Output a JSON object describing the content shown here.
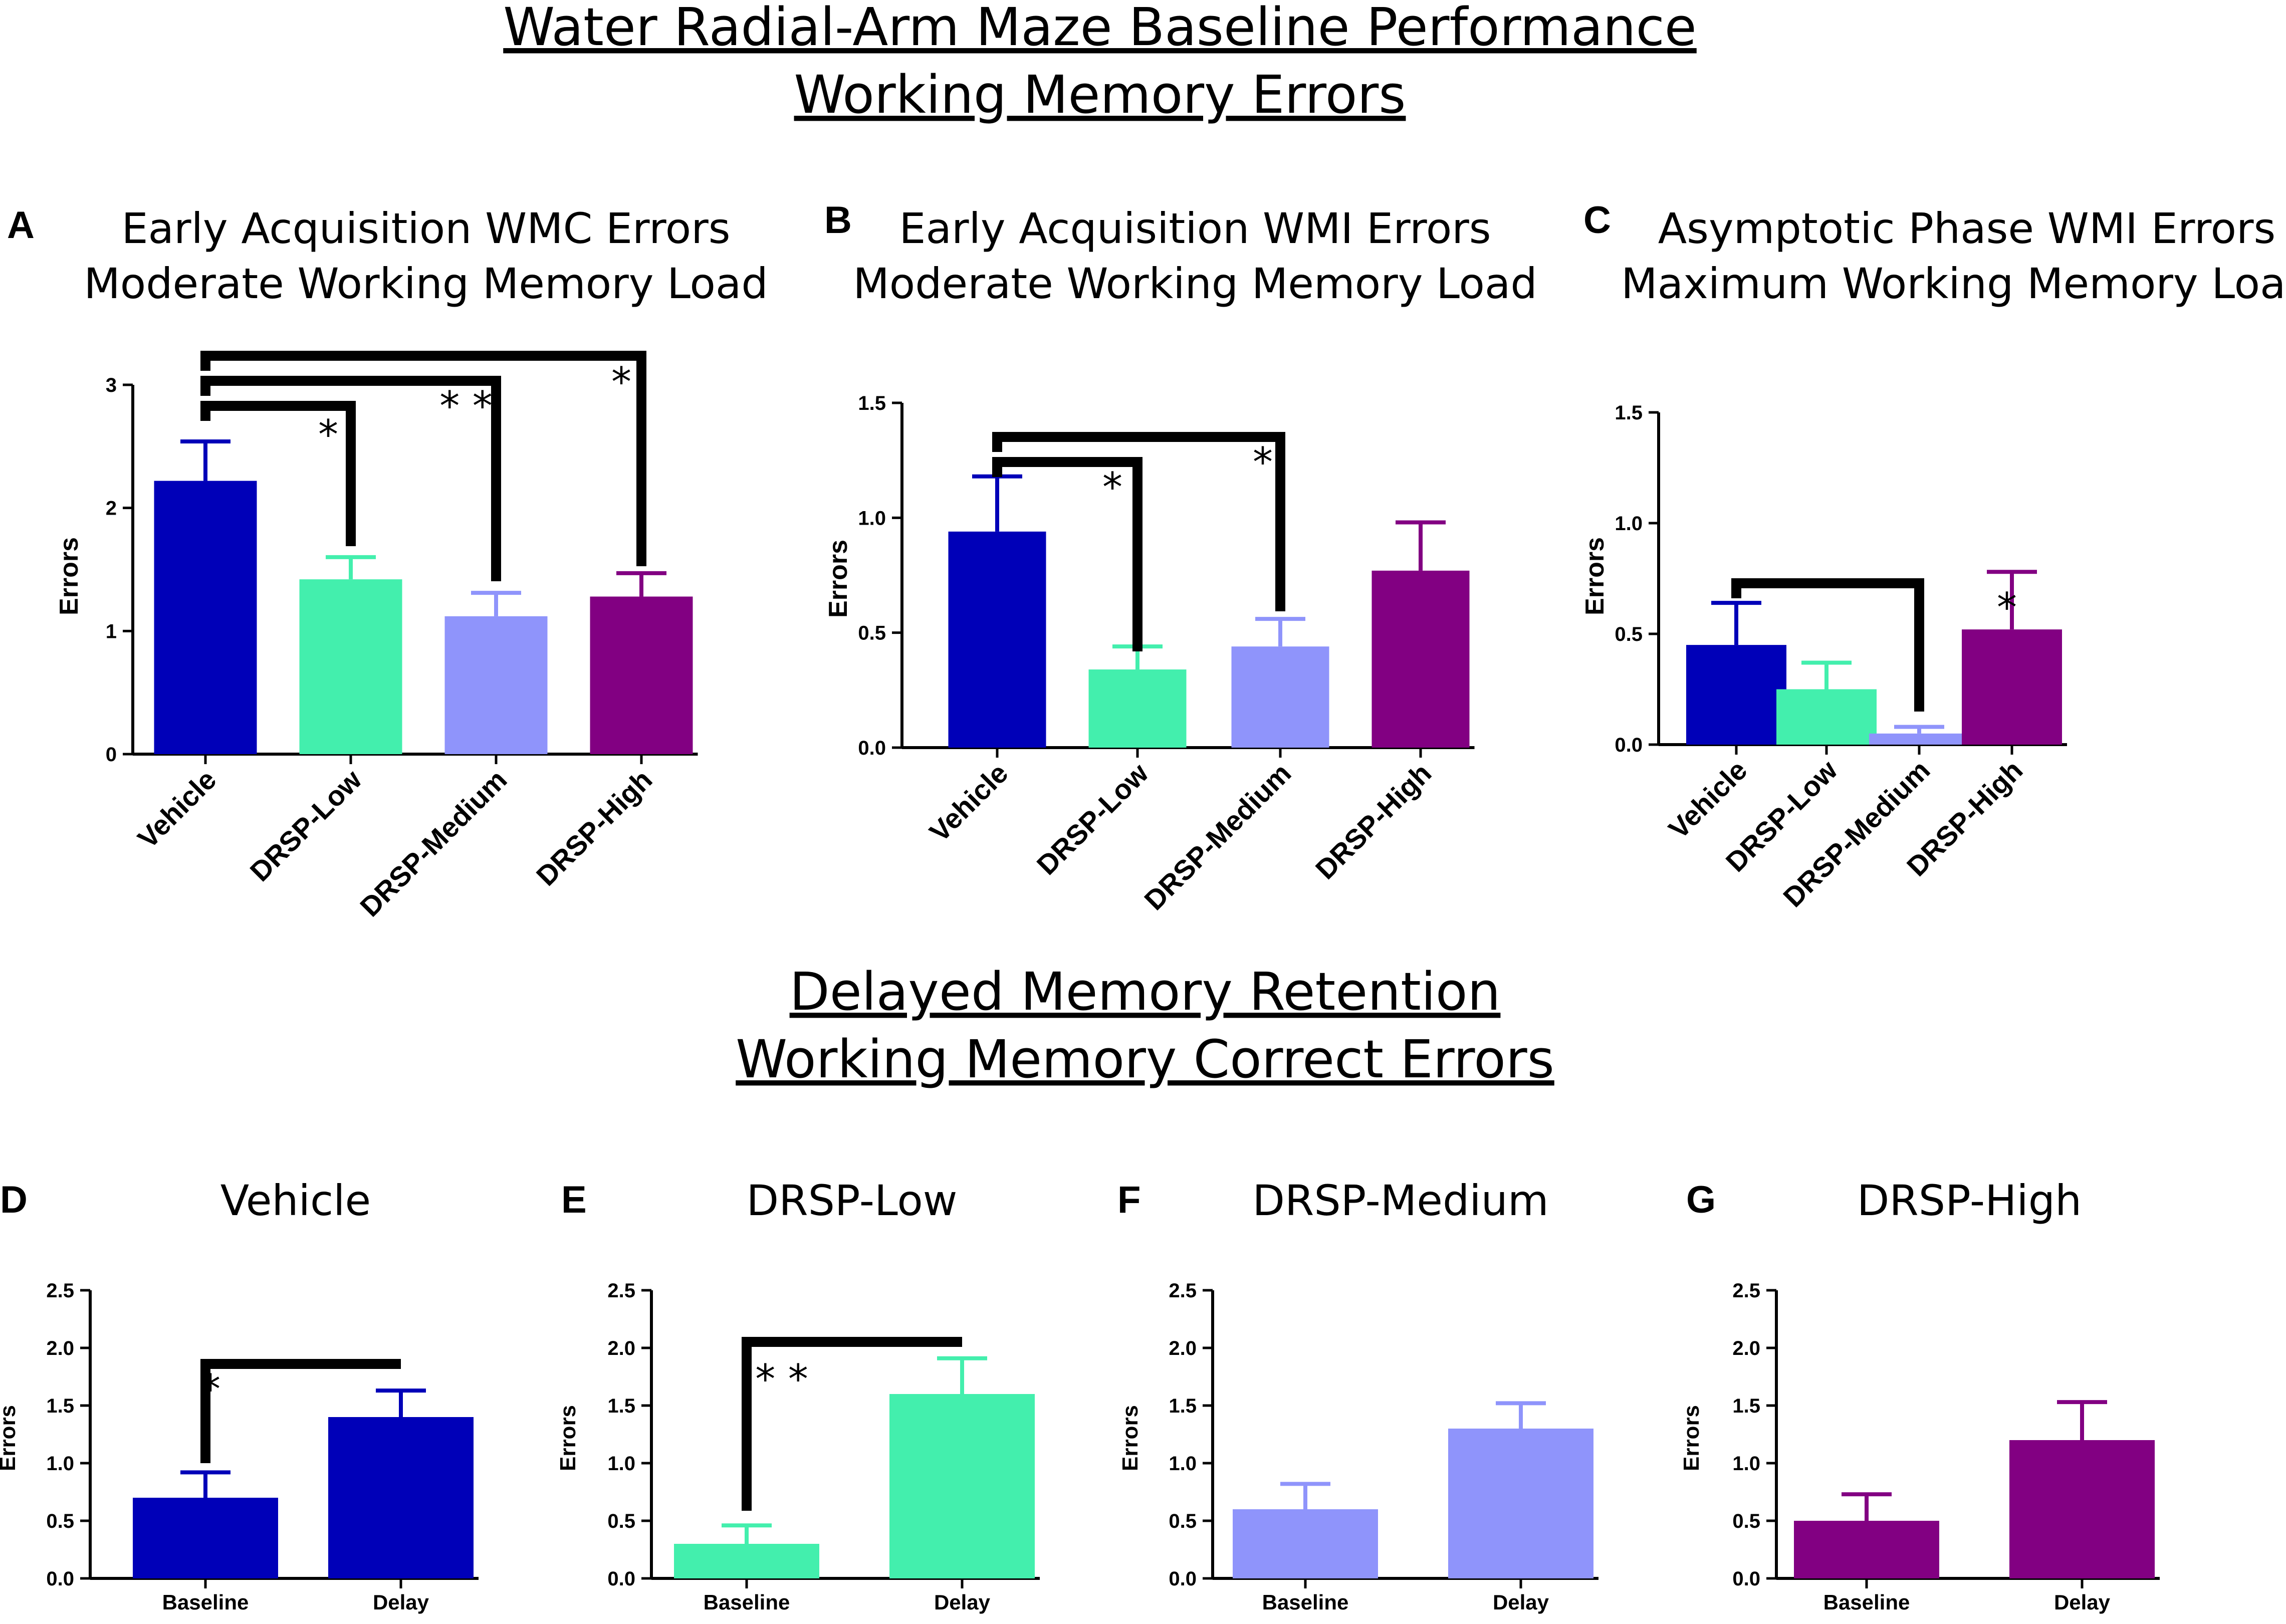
{
  "titles": {
    "top_line1": "Water Radial-Arm Maze Baseline Performance",
    "top_line2": "Working Memory Errors",
    "bottom_line1": "Delayed Memory Retention",
    "bottom_line2": "Working Memory Correct Errors"
  },
  "colors": {
    "Vehicle": "#0000b8",
    "DRSP-Low": "#43efad",
    "DRSP-Medium": "#8f94fb",
    "DRSP-High": "#820082",
    "axis": "#000000"
  },
  "chart_data": [
    {
      "panel": "A",
      "type": "bar",
      "title_line1": "Early Acquisition WMC Errors",
      "title_line2": "Moderate Working Memory Load",
      "ylabel": "Errors",
      "ylim": [
        0,
        3
      ],
      "yticks": [
        "0",
        "1",
        "2",
        "3"
      ],
      "yticks_values": [
        0,
        1,
        2,
        3
      ],
      "categories": [
        "Vehicle",
        "DRSP-Low",
        "DRSP-Medium",
        "DRSP-High"
      ],
      "values": [
        2.22,
        1.42,
        1.12,
        1.28
      ],
      "errors": [
        0.32,
        0.18,
        0.19,
        0.19
      ],
      "significance": [
        {
          "from": "Vehicle",
          "to": "DRSP-Low",
          "label": "*"
        },
        {
          "from": "Vehicle",
          "to": "DRSP-Medium",
          "label": "**"
        },
        {
          "from": "Vehicle",
          "to": "DRSP-High",
          "label": "*"
        }
      ]
    },
    {
      "panel": "B",
      "type": "bar",
      "title_line1": "Early Acquisition WMI Errors",
      "title_line2": "Moderate Working Memory Load",
      "ylabel": "Errors",
      "ylim": [
        0,
        1.5
      ],
      "yticks": [
        "0.0",
        "0.5",
        "1.0",
        "1.5"
      ],
      "yticks_values": [
        0,
        0.5,
        1.0,
        1.5
      ],
      "categories": [
        "Vehicle",
        "DRSP-Low",
        "DRSP-Medium",
        "DRSP-High"
      ],
      "values": [
        0.94,
        0.34,
        0.44,
        0.77
      ],
      "errors": [
        0.24,
        0.1,
        0.12,
        0.21
      ],
      "significance": [
        {
          "from": "Vehicle",
          "to": "DRSP-Low",
          "label": "*"
        },
        {
          "from": "Vehicle",
          "to": "DRSP-Medium",
          "label": "*"
        }
      ]
    },
    {
      "panel": "C",
      "type": "bar",
      "title_line1": "Asymptotic Phase WMI Errors",
      "title_line2": "Maximum Working Memory Load",
      "ylabel": "Errors",
      "ylim": [
        0,
        1.5
      ],
      "yticks": [
        "0.0",
        "0.5",
        "1.0",
        "1.5"
      ],
      "yticks_values": [
        0,
        0.5,
        1.0,
        1.5
      ],
      "categories": [
        "Vehicle",
        "DRSP-Low",
        "DRSP-Medium",
        "DRSP-High"
      ],
      "values": [
        0.45,
        0.25,
        0.05,
        0.52
      ],
      "errors": [
        0.19,
        0.12,
        0.03,
        0.26
      ],
      "significance": [
        {
          "from": "Vehicle",
          "to": "DRSP-Medium",
          "label": "*"
        }
      ]
    },
    {
      "panel": "D",
      "type": "bar",
      "title": "Vehicle",
      "ylabel": "Errors",
      "ylim": [
        0,
        2.5
      ],
      "yticks": [
        "0.0",
        "0.5",
        "1.0",
        "1.5",
        "2.0",
        "2.5"
      ],
      "yticks_values": [
        0,
        0.5,
        1.0,
        1.5,
        2.0,
        2.5
      ],
      "categories": [
        "Baseline",
        "Delay"
      ],
      "values": [
        0.7,
        1.4
      ],
      "errors": [
        0.22,
        0.23
      ],
      "color_key": "Vehicle",
      "significance": [
        {
          "from": "Baseline",
          "to": "Delay",
          "label": "*"
        }
      ]
    },
    {
      "panel": "E",
      "type": "bar",
      "title": "DRSP-Low",
      "ylabel": "Errors",
      "ylim": [
        0,
        2.5
      ],
      "yticks": [
        "0.0",
        "0.5",
        "1.0",
        "1.5",
        "2.0",
        "2.5"
      ],
      "yticks_values": [
        0,
        0.5,
        1.0,
        1.5,
        2.0,
        2.5
      ],
      "categories": [
        "Baseline",
        "Delay"
      ],
      "values": [
        0.3,
        1.6
      ],
      "errors": [
        0.16,
        0.31
      ],
      "color_key": "DRSP-Low",
      "significance": [
        {
          "from": "Baseline",
          "to": "Delay",
          "label": "**"
        }
      ]
    },
    {
      "panel": "F",
      "type": "bar",
      "title": "DRSP-Medium",
      "ylabel": "Errors",
      "ylim": [
        0,
        2.5
      ],
      "yticks": [
        "0.0",
        "0.5",
        "1.0",
        "1.5",
        "2.0",
        "2.5"
      ],
      "yticks_values": [
        0,
        0.5,
        1.0,
        1.5,
        2.0,
        2.5
      ],
      "categories": [
        "Baseline",
        "Delay"
      ],
      "values": [
        0.6,
        1.3
      ],
      "errors": [
        0.22,
        0.22
      ],
      "color_key": "DRSP-Medium",
      "significance": []
    },
    {
      "panel": "G",
      "type": "bar",
      "title": "DRSP-High",
      "ylabel": "Errors",
      "ylim": [
        0,
        2.5
      ],
      "yticks": [
        "0.0",
        "0.5",
        "1.0",
        "1.5",
        "2.0",
        "2.5"
      ],
      "yticks_values": [
        0,
        0.5,
        1.0,
        1.5,
        2.0,
        2.5
      ],
      "categories": [
        "Baseline",
        "Delay"
      ],
      "values": [
        0.5,
        1.2
      ],
      "errors": [
        0.23,
        0.33
      ],
      "color_key": "DRSP-High",
      "significance": []
    }
  ]
}
